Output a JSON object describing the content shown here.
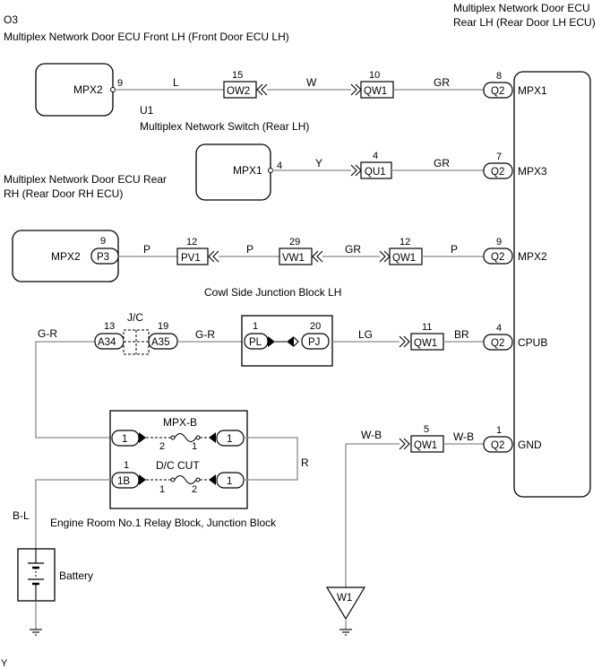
{
  "components": {
    "front_ecu": {
      "code": "O3",
      "title": "Multiplex Network Door ECU Front LH (Front Door ECU LH)",
      "terminal": "MPX2",
      "pin": "9"
    },
    "rear_lh_ecu": {
      "title_line1": "Multiplex Network Door ECU",
      "title_line2": "Rear LH (Rear Door LH ECU)",
      "terminals": [
        "MPX1",
        "MPX3",
        "MPX2",
        "CPUB",
        "GND"
      ]
    },
    "switch_rear_lh": {
      "code": "U1",
      "title": "Multiplex Network Switch (Rear LH)"
    },
    "rear_rh_ecu": {
      "title_line1": "Multiplex Network Door ECU Rear",
      "title_line2": "RH (Rear Door RH ECU)",
      "terminal": "MPX1",
      "pin": "4"
    },
    "p3_device": {
      "terminal": "MPX2",
      "pin": "9",
      "connector": "P3"
    },
    "cowl_jb": {
      "title": "Cowl Side Junction Block LH",
      "left_pin": "1",
      "left_conn": "PL",
      "right_pin": "20",
      "right_conn": "PJ"
    },
    "jc": {
      "title": "J/C",
      "left_pin": "13",
      "left_conn": "A34",
      "right_pin": "19",
      "right_conn": "A35"
    },
    "relay_block": {
      "title": "Engine Room No.1 Relay Block, Junction Block",
      "fuse1": {
        "name": "MPX-B",
        "pin_a": "2",
        "pin_b": "1",
        "left_conn": "1",
        "right_conn": "1"
      },
      "fuse2": {
        "name": "D/C CUT",
        "pin_a": "1",
        "pin_b": "2",
        "left_pin": "1",
        "left_conn": "1B",
        "right_conn": "1"
      }
    },
    "battery": {
      "label": "Battery"
    },
    "ground": {
      "label": "W1"
    }
  },
  "connectors": {
    "ow2": {
      "name": "OW2",
      "pin": "15"
    },
    "qw1_a": {
      "name": "QW1",
      "pin": "10"
    },
    "qu1": {
      "name": "QU1",
      "pin": "4"
    },
    "pv1": {
      "name": "PV1",
      "pin": "12"
    },
    "vw1": {
      "name": "VW1",
      "pin": "29"
    },
    "qw1_b": {
      "name": "QW1",
      "pin": "12"
    },
    "qw1_c": {
      "name": "QW1",
      "pin": "11"
    },
    "qw1_d": {
      "name": "QW1",
      "pin": "5"
    },
    "q2": {
      "name": "Q2",
      "pins": [
        "8",
        "7",
        "9",
        "4",
        "1"
      ]
    }
  },
  "wire_colors": {
    "mpx1_1": "L",
    "mpx1_2": "W",
    "mpx1_3": "GR",
    "mpx3_1": "Y",
    "mpx3_2": "GR",
    "mpx2_1": "P",
    "mpx2_2": "P",
    "mpx2_3": "GR",
    "mpx2_4": "P",
    "cpub_1": "G-R",
    "cpub_2": "G-R",
    "cpub_3": "LG",
    "cpub_4": "BR",
    "gnd_1": "W-B",
    "gnd_2": "W-B",
    "relay_r": "R",
    "battery_bl": "B-L"
  },
  "footer": {
    "mark": "Y"
  }
}
